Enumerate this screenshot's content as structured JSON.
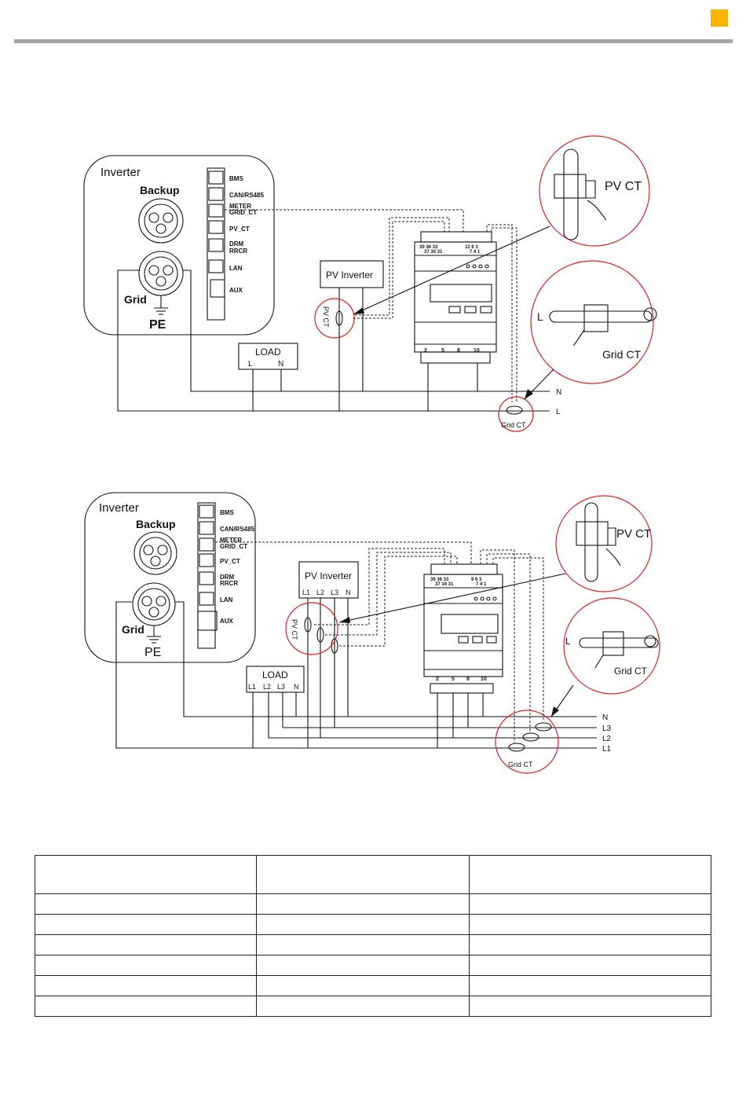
{
  "accent_color": "#f7b500",
  "rule_color": "#a6a6a6",
  "highlight_color": "#e02020",
  "diagram_single_phase": {
    "inverter_label": "Inverter",
    "backup_label": "Backup",
    "grid_label": "Grid",
    "pe_label": "PE",
    "ports": [
      "BMS",
      "CAN/RS485",
      "METER",
      "GRID_CT",
      "PV_CT",
      "DRM",
      "RRCR",
      "LAN",
      "AUX"
    ],
    "pv_inverter_label": "PV Inverter",
    "pv_ct_side_label": "PV CT",
    "load_label": "LOAD",
    "load_terminals": [
      "L",
      "N"
    ],
    "meter_top_numbers_a": "39 36 33",
    "meter_top_numbers_b": "37 34 31",
    "meter_top_numbers_c": "12 6 3",
    "meter_top_numbers_d": "7 4 1",
    "meter_bottom_numbers": [
      "2",
      "5",
      "8",
      "10"
    ],
    "line_labels": [
      "N",
      "L"
    ],
    "pv_ct_callout": "PV CT",
    "grid_ct_callout": "Grid CT",
    "callout_line_label": "L",
    "grid_ct_label": "Grid CT"
  },
  "diagram_three_phase": {
    "inverter_label": "Inverter",
    "backup_label": "Backup",
    "grid_label": "Grid",
    "pe_label": "PE",
    "ports": [
      "BMS",
      "CAN/RS485",
      "METER",
      "GRID_CT",
      "PV_CT",
      "DRM",
      "RRCR",
      "LAN",
      "AUX"
    ],
    "pv_inverter_label": "PV Inverter",
    "pv_inverter_terminals": [
      "L1",
      "L2",
      "L3",
      "N"
    ],
    "pv_ct_side_label": "PV CT",
    "load_label": "LOAD",
    "load_terminals": [
      "L1",
      "L2",
      "L3",
      "N"
    ],
    "meter_top_numbers_a": "39 36 33",
    "meter_top_numbers_b": "37 34 31",
    "meter_top_numbers_c": "9 6 3",
    "meter_top_numbers_d": "7 4 1",
    "meter_bottom_numbers": [
      "2",
      "5",
      "8",
      "10"
    ],
    "line_labels": [
      "N",
      "L3",
      "L2",
      "L1"
    ],
    "pv_ct_callout": "PV CT",
    "grid_ct_callout": "Grid CT",
    "callout_line_label": "L",
    "grid_ct_label": "Grid CT"
  },
  "table": {
    "columns": [
      "",
      "",
      ""
    ],
    "rows": [
      [
        "",
        "",
        ""
      ],
      [
        "",
        "",
        ""
      ],
      [
        "",
        "",
        ""
      ],
      [
        "",
        "",
        ""
      ],
      [
        "",
        "",
        ""
      ],
      [
        "",
        "",
        ""
      ]
    ]
  }
}
